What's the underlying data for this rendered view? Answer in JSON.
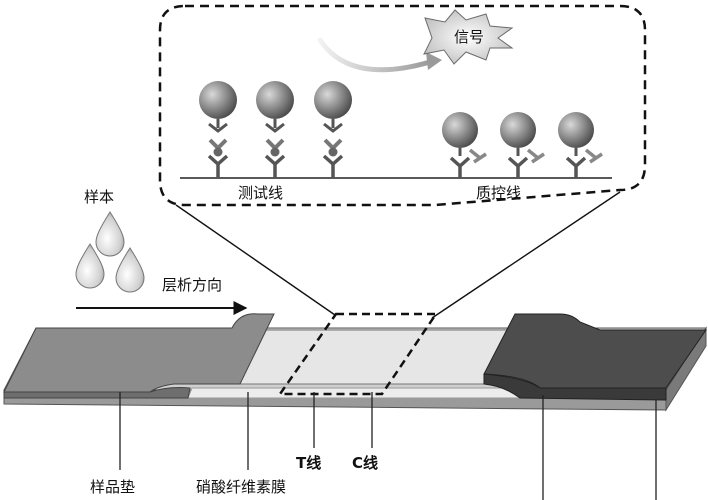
{
  "signal_label": "信号",
  "test_line_label": "测试线",
  "control_line_label": "质控线",
  "sample_label": "样本",
  "flow_direction_label": "层析方向",
  "t_line_label": "T线",
  "c_line_label": "C线",
  "sample_pad_label": "样品垫",
  "membrane_label": "硝酸纤维素膜",
  "colors": {
    "sample_pad": "#8c8c8c",
    "membrane": "#e6e6e6",
    "absorbent_pad": "#4d4d4d",
    "gold_particle": "#8a8a8a",
    "outline": "#111111"
  }
}
